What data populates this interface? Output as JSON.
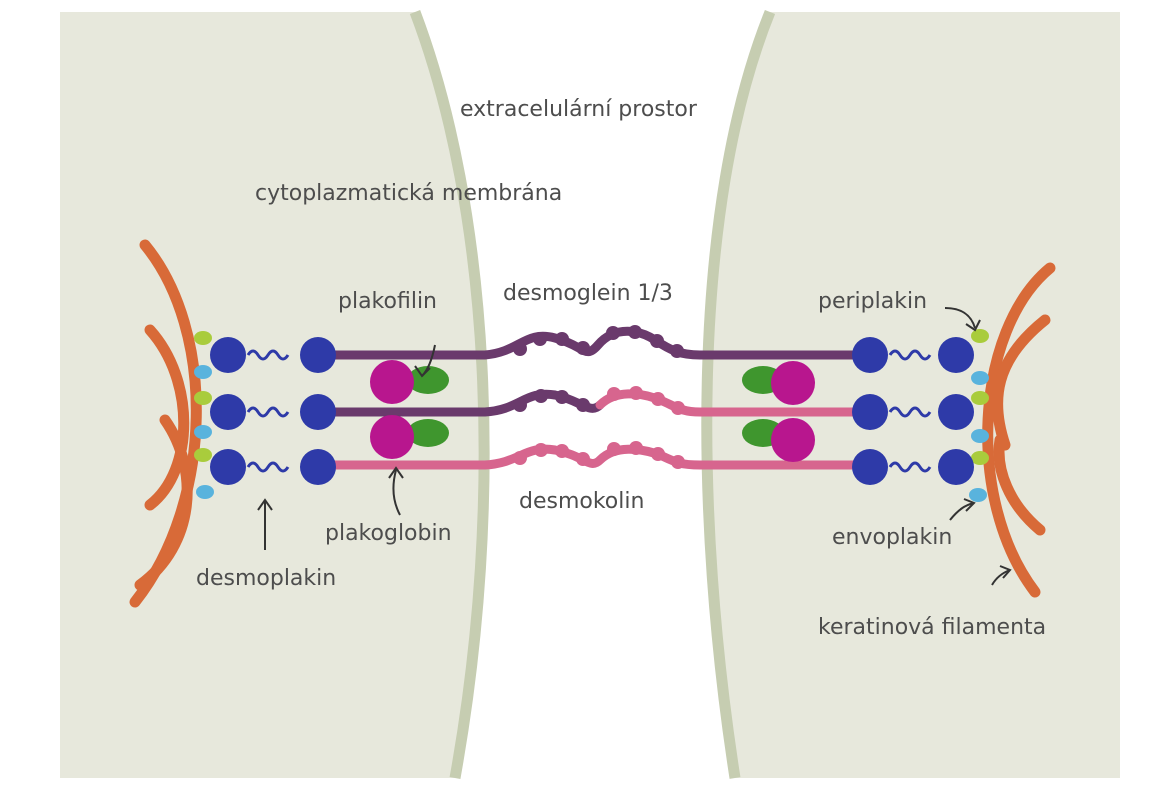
{
  "labels": {
    "extracellular": "extracelulární prostor",
    "membrane": "cytoplazmatická membrána",
    "desmoglein": "desmoglein 1/3",
    "plakofilin": "plakofilin",
    "periplakin": "periplakin",
    "desmokolin": "desmokolin",
    "plakoglobin": "plakoglobin",
    "envoplakin": "envoplakin",
    "desmoplakin": "desmoplakin",
    "keratin": "keratinová filamenta"
  },
  "colors": {
    "background": "#e7e8dc",
    "membrane": "#c6cdb1",
    "extracellular": "#ffffff",
    "keratin": "#d86a38",
    "desmoplakin": "#2e3aa8",
    "plakoglobin": "#b8168e",
    "plakofilin": "#3f962e",
    "desmoglein": "#6a3a6c",
    "desmokolin": "#d7658e",
    "periplakin": "#a9cc3c",
    "envoplakin": "#59b3dd",
    "arrow": "#333333"
  },
  "icons": [
    "arrow-icon"
  ]
}
